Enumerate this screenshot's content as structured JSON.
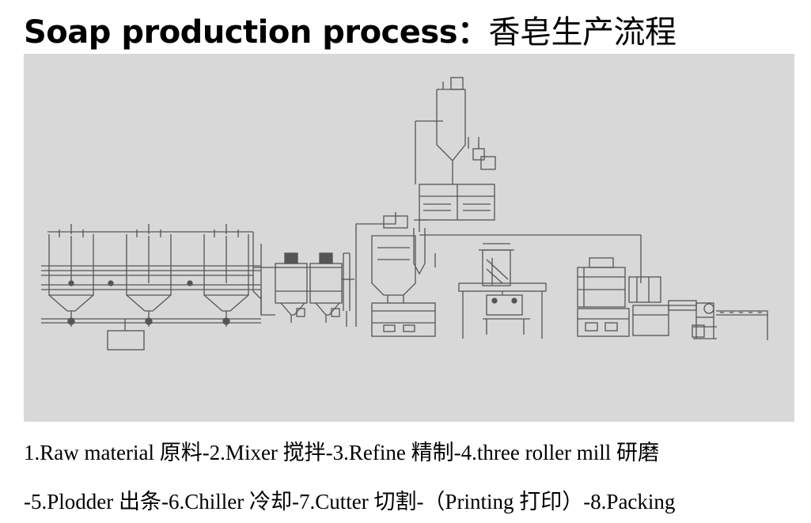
{
  "title": {
    "text": "Soap production process：",
    "text_zh": "香皂生产流程"
  },
  "caption": {
    "line1": "1.Raw material 原料-2.Mixer 搅拌-3.Refine 精制-4.three roller mill 研磨",
    "line2": "-5.Plodder 出条-6.Chiller 冷却-7.Cutter 切割-（Printing  打印）-8.Packing"
  },
  "colors": {
    "panel_background": "#d8d8d8",
    "line": "#555555"
  }
}
